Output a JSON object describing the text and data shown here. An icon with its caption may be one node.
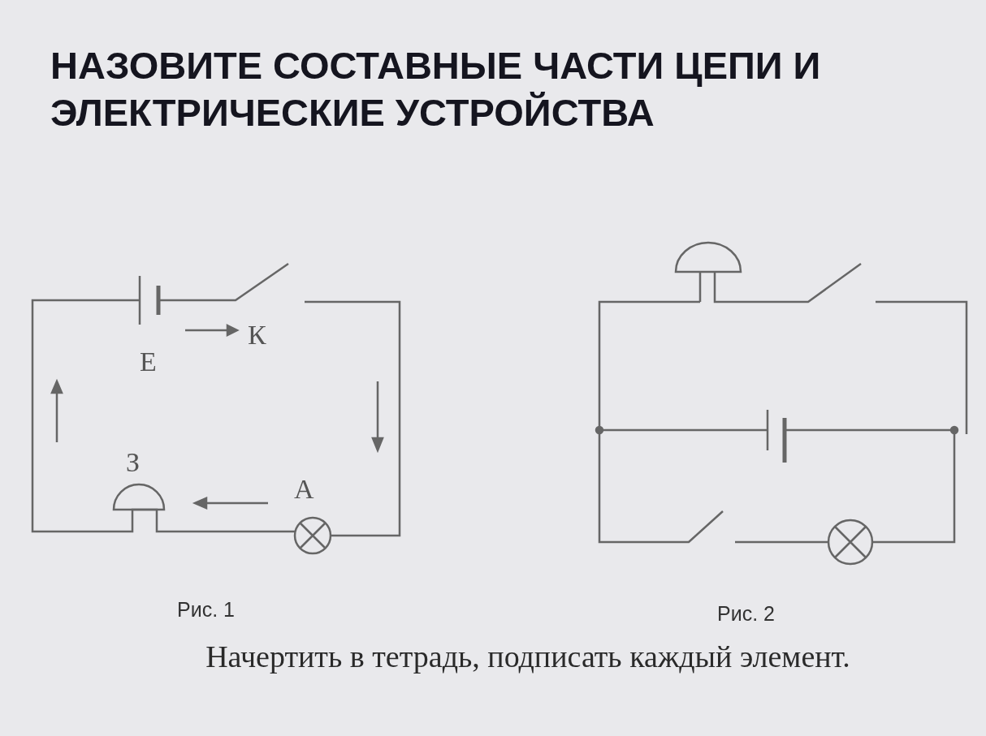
{
  "diagram": {
    "title": "НАЗОВИТЕ СОСТАВНЫЕ ЧАСТИ ЦЕПИ И ЭЛЕКТРИЧЕСКИЕ УСТРОЙСТВА",
    "caption": "Начертить в тетрадь, подписать каждый элемент.",
    "labels": [
      "К",
      "Е",
      "З",
      "А",
      "Рис. 1",
      "Рис. 2"
    ]
  }
}
